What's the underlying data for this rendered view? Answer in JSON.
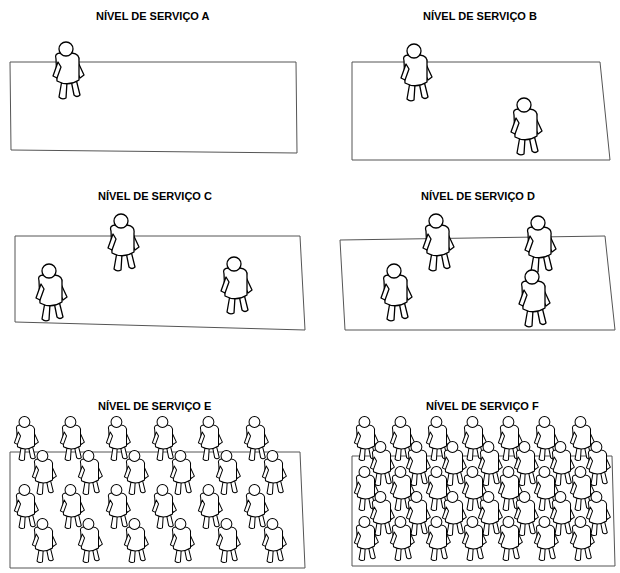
{
  "diagram": {
    "labels": [
      "NÍVEL DE SERVIÇO A",
      "NÍVEL DE SERVIÇO B",
      "NÍVEL DE SERVIÇO C",
      "NÍVEL DE SERVIÇO D",
      "NÍVEL DE SERVIÇO E",
      "NÍVEL DE SERVIÇO F"
    ]
  }
}
